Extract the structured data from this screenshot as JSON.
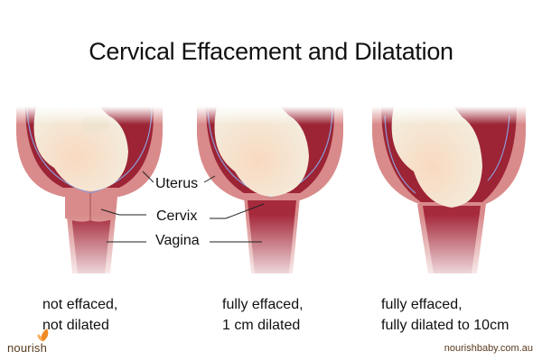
{
  "title": "Cervical Effacement and Dilatation",
  "labels": {
    "uterus": "Uterus",
    "cervix": "Cervix",
    "vagina": "Vagina"
  },
  "stages": [
    {
      "line1": "not effaced,",
      "line2": "not dilated"
    },
    {
      "line1": "fully effaced,",
      "line2": "1 cm dilated"
    },
    {
      "line1": "fully effaced,",
      "line2": "fully dilated to 10cm"
    }
  ],
  "branding": {
    "logo_text": "nourish",
    "website": "nourishbaby.com.au"
  },
  "colors": {
    "uterus_wall": "#d98a8a",
    "uterus_inner": "#9c2434",
    "baby": "#f5e6d0",
    "membrane": "#8e9ad8",
    "logo_orange": "#f08a24",
    "brand_brown": "#5a3a1e"
  }
}
